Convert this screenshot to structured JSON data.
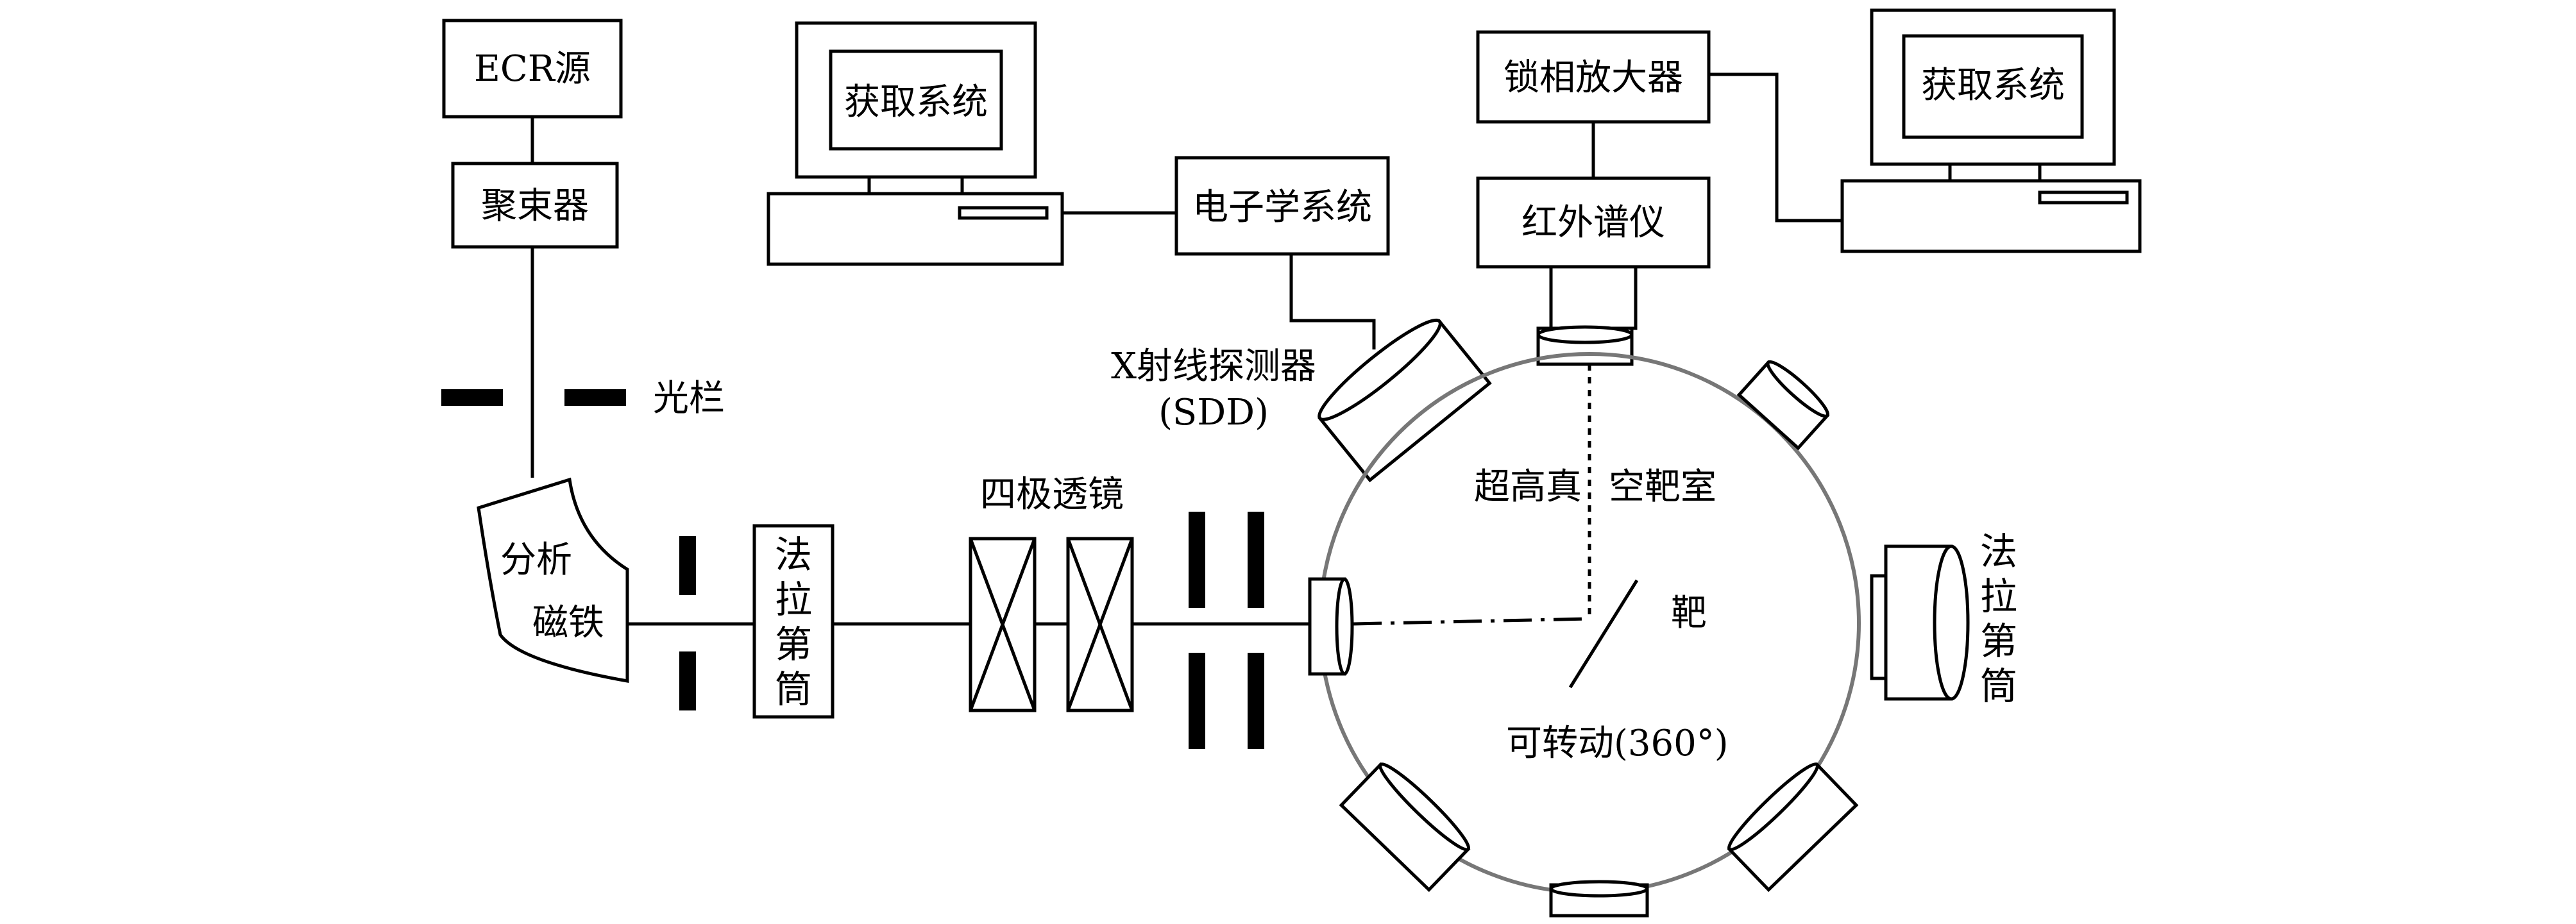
{
  "colors": {
    "line": "#000000",
    "chamber_outline": "#777777",
    "background": "#ffffff"
  },
  "labels": {
    "ecr_source": "ECR源",
    "focuser": "聚束器",
    "aperture": "光栏",
    "analyzing_magnet_line1": "分析",
    "analyzing_magnet_line2": "磁铁",
    "faraday_cup_left": [
      "法",
      "拉",
      "第",
      "筒"
    ],
    "quadrupole_lens": "四极透镜",
    "acquisition_left": "获取系统",
    "electronics": "电子学系统",
    "xray_detector_line1": "X射线探测器",
    "xray_detector_line2": "(SDD)",
    "lockin_amplifier": "锁相放大器",
    "ir_spectrometer": "红外谱仪",
    "acquisition_right": "获取系统",
    "chamber_line_a": "超高真",
    "chamber_line_b": "空靶室",
    "target": "靶",
    "rotatable": "可转动(360°)",
    "faraday_cup_right": [
      "法",
      "拉",
      "第",
      "筒"
    ]
  }
}
